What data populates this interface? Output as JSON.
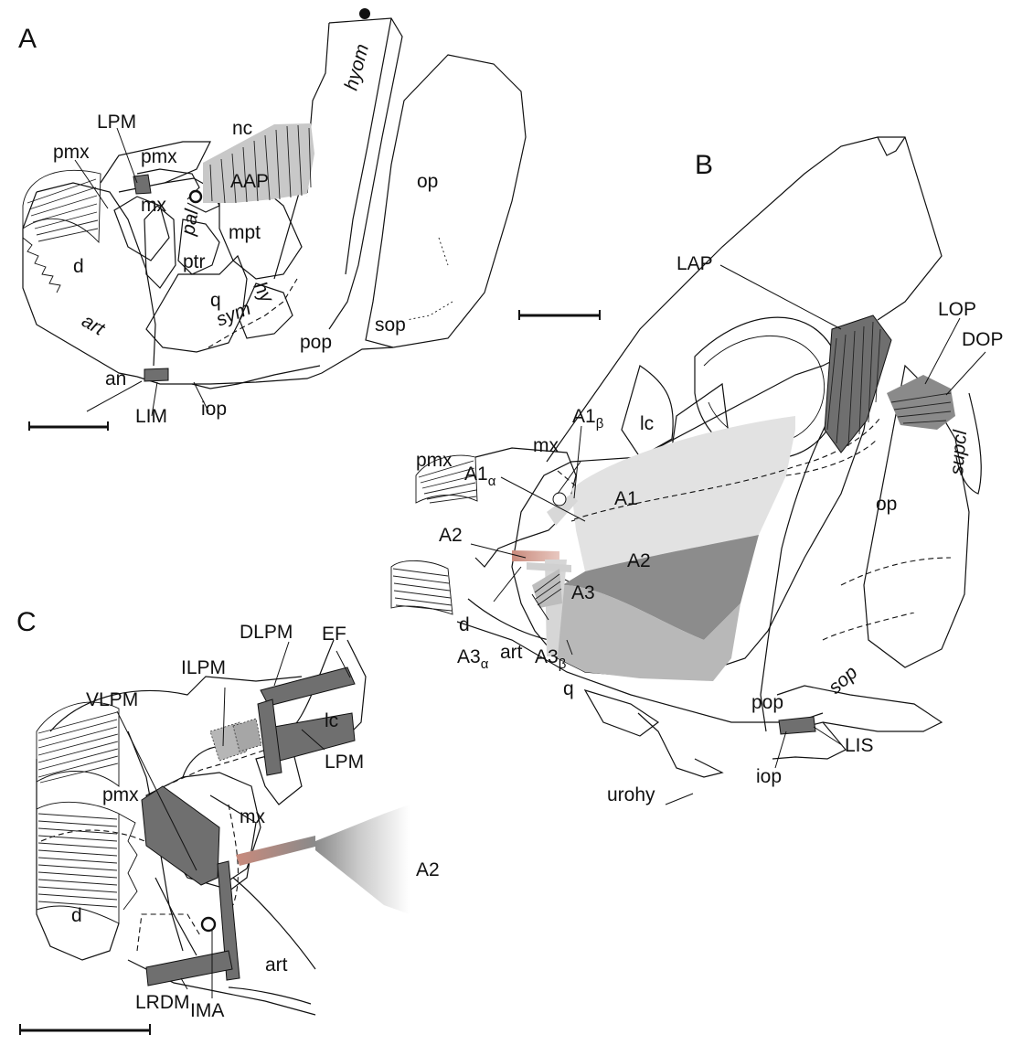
{
  "panels": {
    "a": {
      "letter": "A",
      "labels": {
        "hyom": "hyom",
        "nc": "nc",
        "op": "op",
        "pmx_outer": "pmx",
        "lpm": "LPM",
        "pmx_inner": "pmx",
        "aap": "AAP",
        "mx": "mx",
        "pal": "pal",
        "mpt": "mpt",
        "ptr": "ptr",
        "d": "d",
        "hy": "hy",
        "q": "q",
        "sym": "sym",
        "art": "art",
        "sop": "sop",
        "pop": "pop",
        "an": "an",
        "lim": "LIM",
        "iop": "iop"
      }
    },
    "b": {
      "letter": "B",
      "labels": {
        "lap": "LAP",
        "lop": "LOP",
        "dop": "DOP",
        "a1a_base": "A1",
        "a1a_sub": "α",
        "mx": "mx",
        "a1b_base": "A1",
        "a1b_sub": "β",
        "lc": "lc",
        "pmx": "pmx",
        "supcl": "supcl",
        "a1": "A1",
        "op": "op",
        "a2_left": "A2",
        "a2": "A2",
        "a3": "A3",
        "d": "d",
        "a3a_base": "A3",
        "a3a_sub": "α",
        "art": "art",
        "a3b_base": "A3",
        "a3b_sub": "β",
        "q": "q",
        "pop": "pop",
        "sop": "sop",
        "lis": "LIS",
        "urohy": "urohy",
        "iop": "iop"
      }
    },
    "c": {
      "letter": "C",
      "labels": {
        "ef": "EF",
        "dlpm": "DLPM",
        "ilpm": "ILPM",
        "vlpm": "VLPM",
        "lc": "lc",
        "lpm": "LPM",
        "pmx": "pmx",
        "mx": "mx",
        "a2": "A2",
        "d": "d",
        "art": "art",
        "lrdm": "LRDM",
        "ima": "IMA"
      }
    }
  },
  "colors": {
    "muscle_dark": "#6f6f6f",
    "muscle_a1": "#e2e2e2",
    "muscle_a2": "#8c8c8c",
    "muscle_a3": "#b8b8b8",
    "aap_fill": "#c8c8c8",
    "tendon_red": "#c98a7c"
  }
}
